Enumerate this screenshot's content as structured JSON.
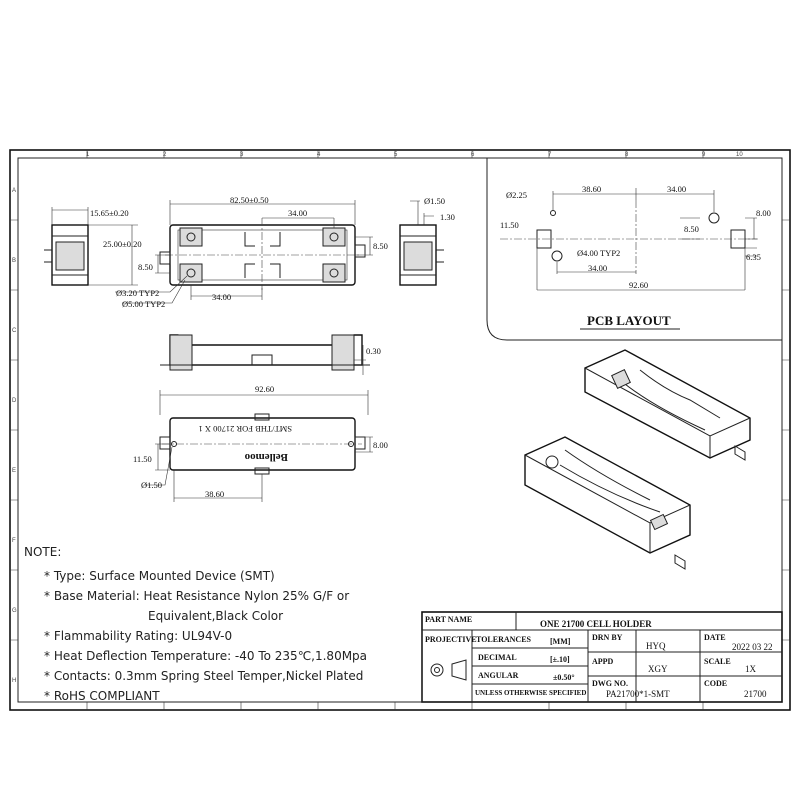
{
  "grid": {
    "cols": [
      "1",
      "2",
      "3",
      "4",
      "5",
      "6",
      "7",
      "8",
      "9",
      "10"
    ],
    "rows": [
      "A",
      "B",
      "C",
      "D",
      "E",
      "F",
      "G",
      "H"
    ]
  },
  "top_view": {
    "d_15_65": "15.65±0.20",
    "d_25_00": "25.00±0.20",
    "d_82_50": "82.50±0.50",
    "d_34_00_top": "34.00",
    "d_8_50_right": "8.50",
    "d_8_50_left": "8.50",
    "d_3_20": "Ø3.20 TYP2",
    "d_5_00": "Ø5.00 TYP2",
    "d_34_00_bottom": "34.00",
    "d_1_50": "Ø1.50",
    "d_1_30": "1.30"
  },
  "side_view": {
    "d_0_30": "0.30"
  },
  "bottom_view": {
    "d_92_60": "92.60",
    "d_8_00": "8.00",
    "d_11_50": "11.50",
    "d_1_50": "Ø1.50",
    "d_38_60": "38.60",
    "label_text": "SMT/THB FOR 21700 X 1",
    "brand": "Bellemoo"
  },
  "pcb_layout": {
    "title": "PCB LAYOUT",
    "d_2_25": "Ø2.25",
    "d_38_60": "38.60",
    "d_34_00_top": "34.00",
    "d_8_00": "8.00",
    "d_11_50": "11.50",
    "d_8_50": "8.50",
    "d_4_00": "Ø4.00 TYP2",
    "d_6_35": "6.35",
    "d_34_00_bottom": "34.00",
    "d_92_60": "92.60"
  },
  "notes": {
    "heading": "NOTE:",
    "items": [
      "* Type: Surface Mounted Device (SMT)",
      "* Base Material: Heat Resistance Nylon 25% G/F or",
      "Equivalent,Black Color",
      "* Flammability Rating: UL94V-0",
      "* Heat Deflection Temperature: -40 To 235℃,1.80Mpa",
      "* Contacts: 0.3mm Spring Steel Temper,Nickel Plated",
      "* RoHS COMPLIANT"
    ]
  },
  "title_block": {
    "part_name_label": "PART NAME",
    "part_name": "ONE  21700  CELL HOLDER",
    "projective": "PROJECTIVE",
    "tolerances": "TOLERANCES",
    "tol_unit": "[MM]",
    "decimal": "DECIMAL",
    "decimal_val": "[±.10]",
    "angular": "ANGULAR",
    "angular_val": "±0.50°",
    "unless": "UNLESS OTHERWISE SPECIFIED",
    "drn_by_label": "DRN BY",
    "drn_by": "HYQ",
    "appd_label": "APPD",
    "appd": "XGY",
    "dwg_label": "DWG NO.",
    "dwg_no": "PA21700*1-SMT",
    "date_label": "DATE",
    "date": "2022 03 22",
    "scale_label": "SCALE",
    "scale": "1X",
    "code_label": "CODE",
    "code": "21700"
  }
}
